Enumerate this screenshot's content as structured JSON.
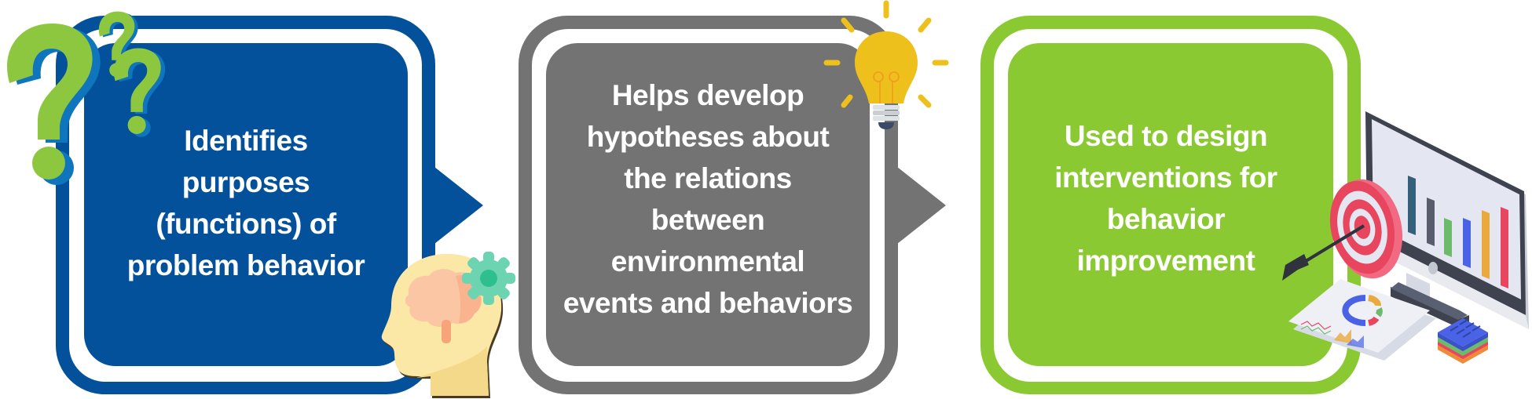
{
  "colors": {
    "blue": "#03519B",
    "gray": "#737373",
    "green": "#8BC933",
    "text": "#FFFFFF"
  },
  "steps": [
    {
      "id": "identify",
      "color": "blue",
      "lines": [
        "Identifies",
        "purposes",
        "(functions) of",
        "problem behavior"
      ],
      "icons": [
        "question-marks-icon",
        "head-gear-icon"
      ]
    },
    {
      "id": "hypothesize",
      "color": "gray",
      "lines": [
        "Helps develop",
        "hypotheses about",
        "the relations",
        "between",
        "environmental",
        "events and behaviors"
      ],
      "icons": [
        "lightbulb-icon"
      ]
    },
    {
      "id": "intervene",
      "color": "green",
      "lines": [
        "Used to design",
        "interventions for",
        "behavior",
        "improvement"
      ],
      "icons": [
        "target-arrow-icon",
        "monitor-bar-chart-icon",
        "report-documents-icon",
        "stacked-layers-icon"
      ]
    }
  ]
}
